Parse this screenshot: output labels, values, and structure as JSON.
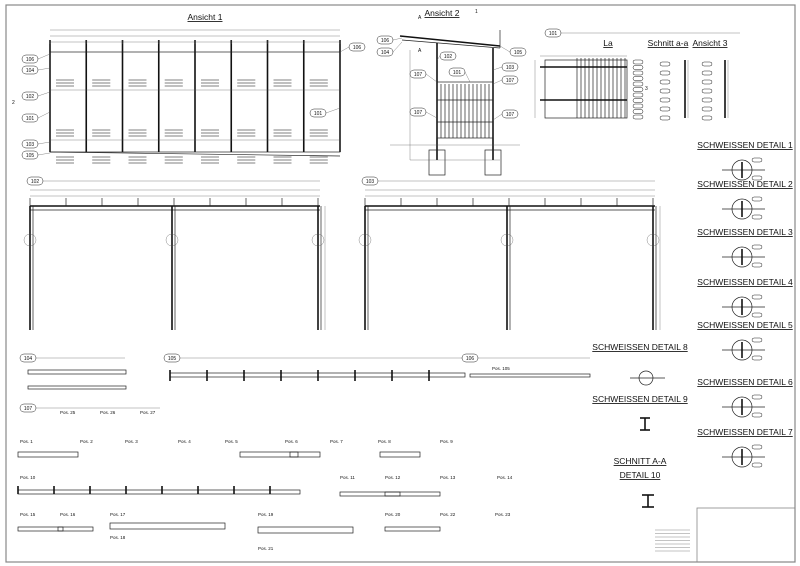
{
  "titles": {
    "ansicht1": "Ansicht 1",
    "ansicht2": "Ansicht 2",
    "ansicht3": "Ansicht 3",
    "schnitt_aa_small": "Schnitt a-a",
    "la": "La",
    "detail1": "SCHWEISSEN DETAIL 1",
    "detail2": "SCHWEISSEN DETAIL 2",
    "detail3": "SCHWEISSEN DETAIL 3",
    "detail4": "SCHWEISSEN DETAIL 4",
    "detail5": "SCHWEISSEN DETAIL 5",
    "detail6": "SCHWEISSEN DETAIL 6",
    "detail7": "SCHWEISSEN DETAIL 7",
    "detail8": "SCHWEISSEN DETAIL 8",
    "detail9": "SCHWEISSEN DETAIL 9",
    "schnitt_AA": "SCHNITT A-A",
    "detail10": "DETAIL 10"
  },
  "balloons": [
    "106",
    "104",
    "102",
    "101",
    "103",
    "105",
    "106",
    "101",
    "106",
    "104",
    "102",
    "107",
    "107",
    "101",
    "103",
    "107",
    "107",
    "105",
    "101",
    "102",
    "103",
    "104",
    "105",
    "106",
    "107"
  ],
  "positions": [
    "Pos. 25",
    "Pos. 26",
    "Pos. 27",
    "Pos. 1",
    "Pos. 2",
    "Pos. 3",
    "Pos. 4",
    "Pos. 5",
    "Pos. 6",
    "Pos. 7",
    "Pos. 8",
    "Pos. 9",
    "Pos. 10",
    "Pos. 11",
    "Pos. 12",
    "Pos. 13",
    "Pos. 14",
    "Pos. 15",
    "Pos. 16",
    "Pos. 17",
    "Pos. 18",
    "Pos. 19",
    "Pos. 21",
    "Pos. 20",
    "Pos. 22",
    "Pos. 23",
    "Pos. 105"
  ],
  "view_markers": [
    "2",
    "1",
    "3",
    "A",
    "A"
  ]
}
